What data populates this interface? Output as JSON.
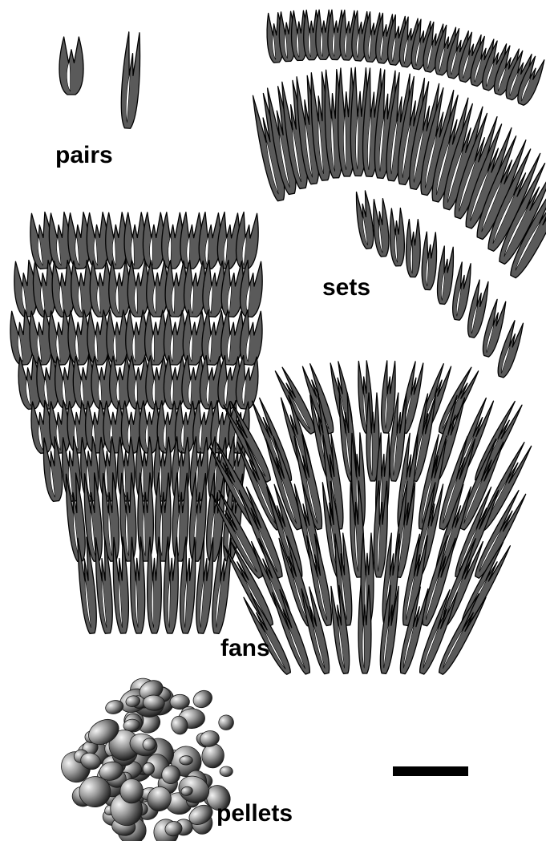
{
  "labels": {
    "pairs": "pairs",
    "sets": "sets",
    "fans": "fans",
    "pellets": "pellets"
  },
  "colors": {
    "tooth_fill": "#5a5a5a",
    "tooth_inner": "#ffffff",
    "outline": "#000000",
    "pellet_light": "#f2f2f2",
    "pellet_dark": "#1e1e1e",
    "scale_bar": "#000000"
  },
  "groups": [
    "pairs",
    "sets",
    "fans",
    "pellets"
  ],
  "scale_bar": {
    "label": ""
  }
}
